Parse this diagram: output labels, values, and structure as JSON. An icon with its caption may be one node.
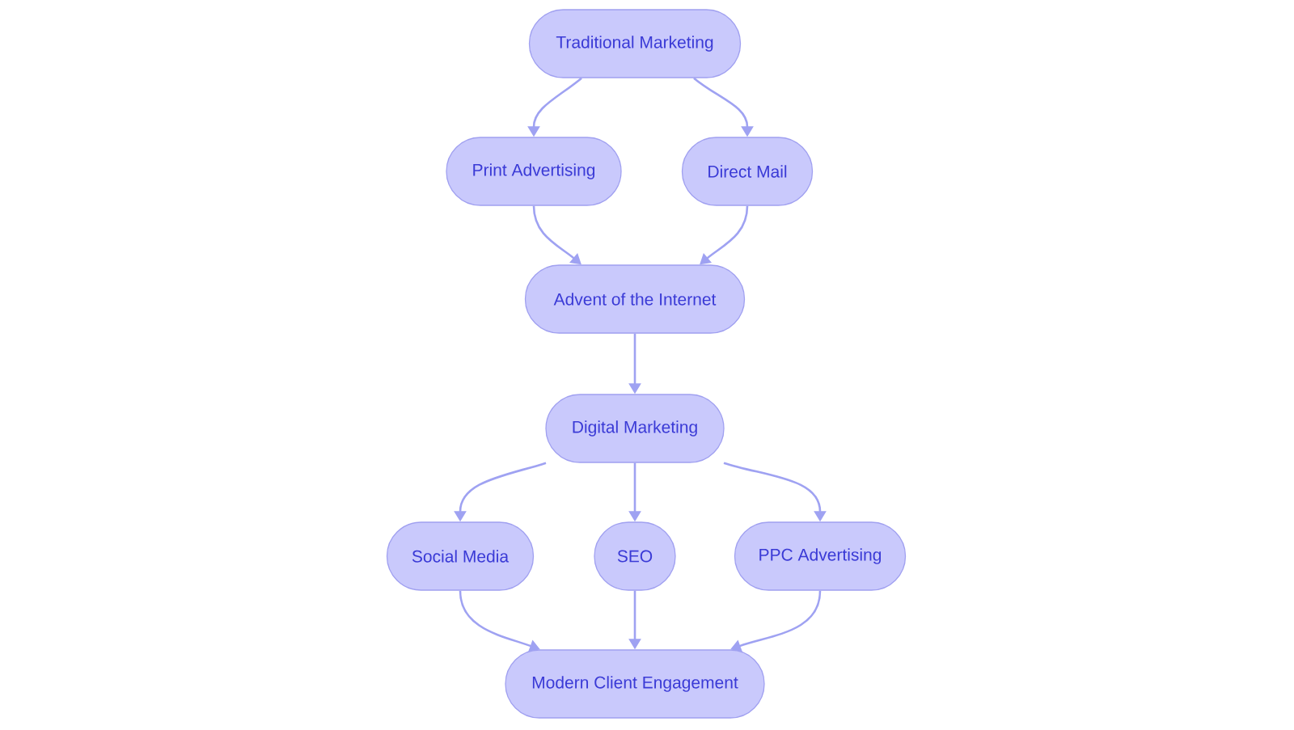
{
  "diagram": {
    "nodes": [
      {
        "text": [
          "Traditional Marketing"
        ]
      },
      {
        "text": [
          "Print Advertising"
        ]
      },
      {
        "text": [
          "Direct Mail"
        ]
      },
      {
        "text": [
          "Advent of the Internet"
        ]
      },
      {
        "text": [
          "Digital Marketing"
        ]
      },
      {
        "text": [
          "Social Media"
        ]
      },
      {
        "text": [
          "SEO"
        ]
      },
      {
        "text": [
          "PPC Advertising"
        ]
      },
      {
        "text": [
          "Modern Client Engagement"
        ]
      }
    ],
    "edges": [
      {
        "from": 0,
        "to": 1,
        "arrow": "to"
      },
      {
        "from": 0,
        "to": 2,
        "arrow": "to"
      },
      {
        "from": 1,
        "to": 3,
        "arrow": "to"
      },
      {
        "from": 2,
        "to": 3,
        "arrow": "to"
      },
      {
        "from": 3,
        "to": 4,
        "arrow": "to"
      },
      {
        "from": 4,
        "to": 5,
        "arrow": "to"
      },
      {
        "from": 4,
        "to": 6,
        "arrow": "to"
      },
      {
        "from": 4,
        "to": 7,
        "arrow": "to"
      },
      {
        "from": 5,
        "to": 8,
        "arrow": "to"
      },
      {
        "from": 6,
        "to": 8,
        "arrow": "to"
      },
      {
        "from": 7,
        "to": 8,
        "arrow": "to"
      }
    ]
  }
}
